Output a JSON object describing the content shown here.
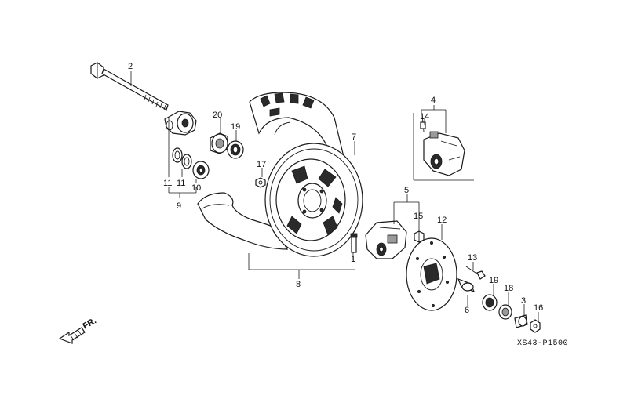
{
  "labels": {
    "p1": "1",
    "p2": "2",
    "p3": "3",
    "p4": "4",
    "p5": "5",
    "p6": "6",
    "p7": "7",
    "p8": "8",
    "p9": "9",
    "p10": "10",
    "p11a": "11",
    "p11b": "11",
    "p12": "12",
    "p13": "13",
    "p14": "14",
    "p15": "15",
    "p16": "16",
    "p17": "17",
    "p18": "18",
    "p19a": "19",
    "p19b": "19",
    "p20": "20"
  },
  "direction_label": "FR.",
  "diagram_code": "XS43-P1500"
}
